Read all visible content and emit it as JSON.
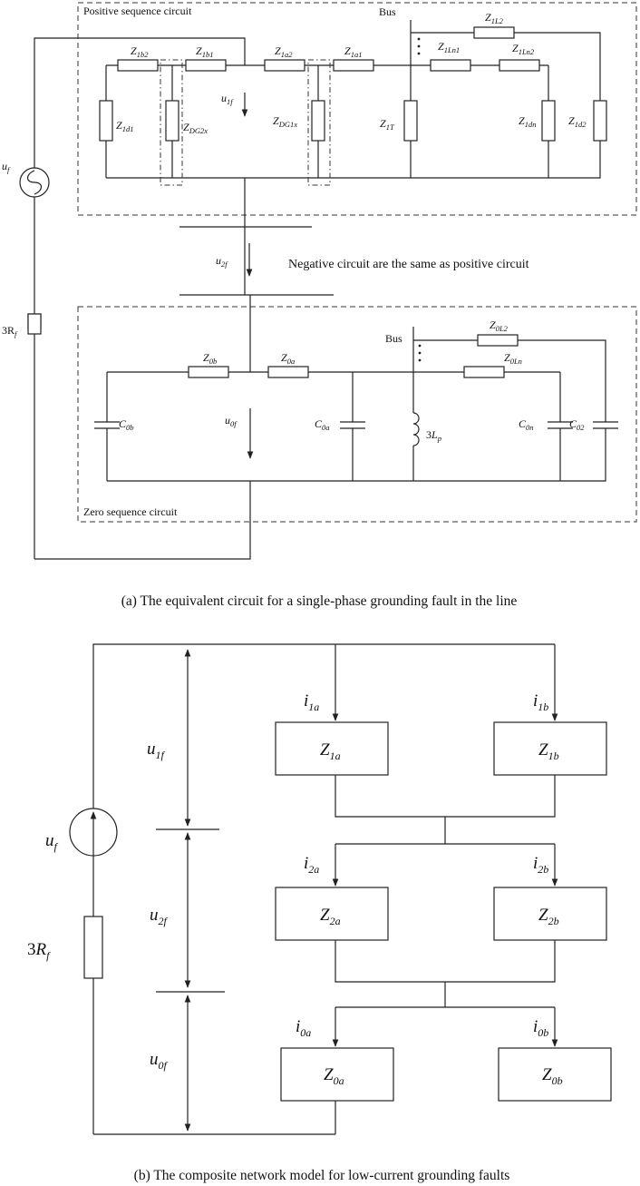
{
  "part_a": {
    "positive_label": "Positive sequence circuit",
    "zero_label": "Zero sequence circuit",
    "negative_note": "Negative circuit are the same as positive circuit",
    "bus_top": "Bus",
    "bus_zero": "Bus",
    "caption": "(a) The equivalent circuit for a single-phase grounding fault in the line"
  },
  "part_b": {
    "caption": "(b) The composite network model for low-current grounding faults"
  },
  "icons": {
    "source_a": "ac-voltage-source-icon",
    "source_b": "current-source-icon",
    "inductor": "inductor-icon"
  }
}
